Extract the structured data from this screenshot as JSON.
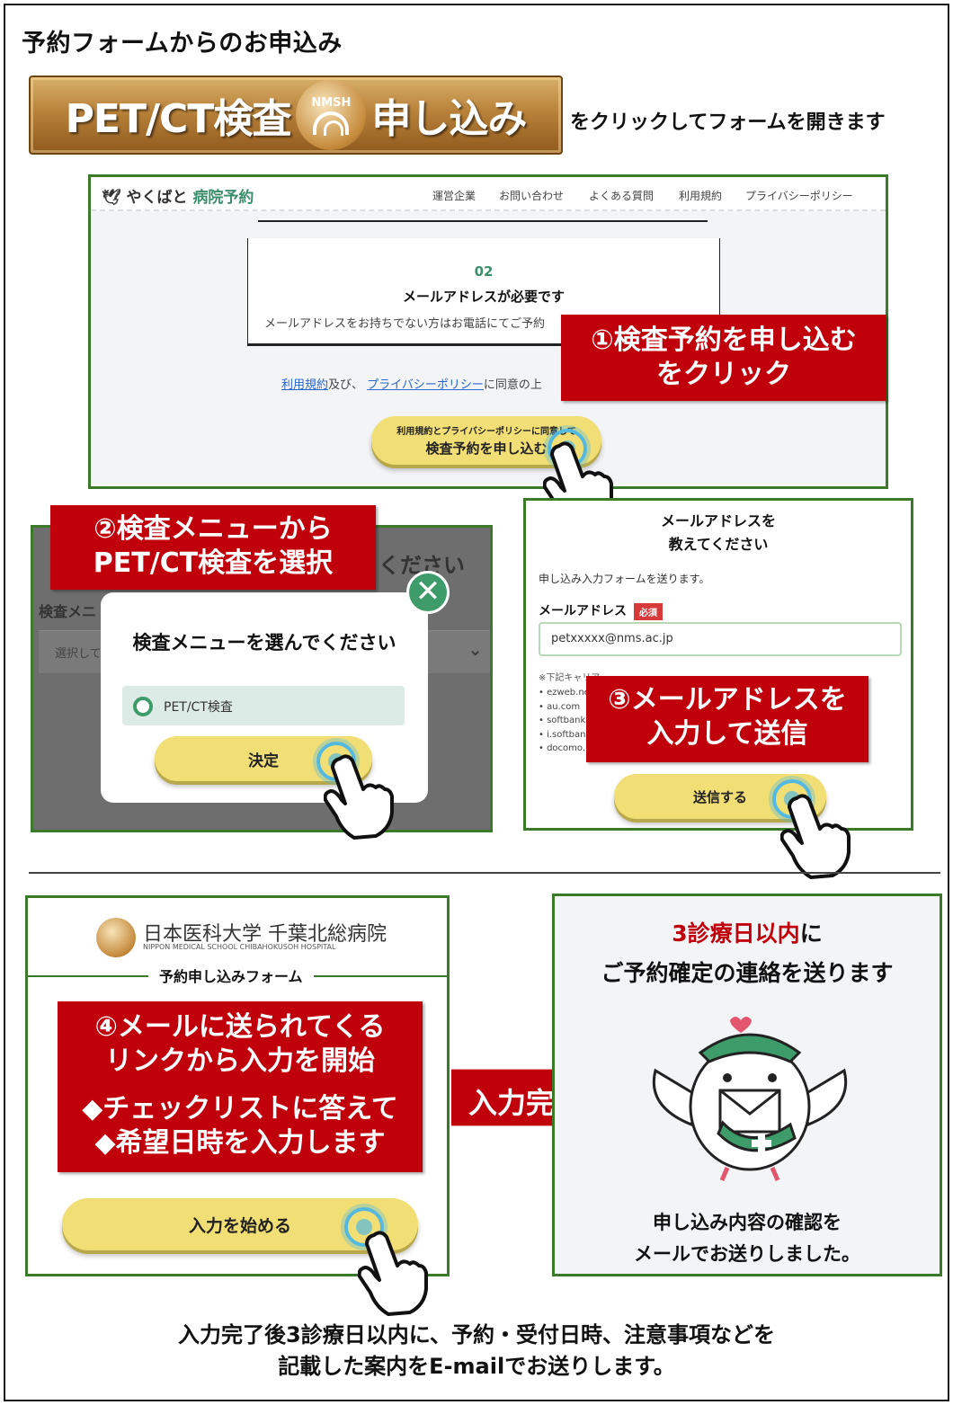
{
  "page_title": "予約フォームからのお申込み",
  "banner": {
    "button_left": "PET/CT検査",
    "logo_text": "NMSH",
    "button_right": "申し込み",
    "caption": "をクリックしてフォームを開きます"
  },
  "step1": {
    "logo_prefix": "やくばと",
    "logo_suffix": "病院予約",
    "nav": [
      "運営企業",
      "お問い合わせ",
      "よくある質問",
      "利用規約",
      "プライバシーポリシー"
    ],
    "card_number": "02",
    "card_title": "メールアドレスが必要です",
    "card_text": "メールアドレスをお持ちでない方はお電話にてご予約",
    "consent_link1": "利用規約",
    "consent_mid": "及び、",
    "consent_link2": "プライバシーポリシー",
    "consent_tail": "に同意の上",
    "button_small": "利用規約とプライバシーポリシーに同意して",
    "button_main": "検査予約を申し込む",
    "callout_line1": "①検査予約を申し込む",
    "callout_line2": "をクリック"
  },
  "step2": {
    "callout_line1": "②検査メニューから",
    "callout_line2": "PET/CT検査を選択",
    "bg_title": "ください",
    "bg_label": "検査メニ",
    "bg_select": "選択して",
    "modal_title": "検査メニューを選んでください",
    "option": "PET/CT検査",
    "confirm": "決定",
    "close_symbol": "✕"
  },
  "step3": {
    "title_line1": "メールアドレスを",
    "title_line2": "教えてください",
    "desc": "申し込み入力フォームを送ります。",
    "label": "メールアドレス",
    "required": "必須",
    "input_value": "petxxxxx@nms.ac.jp",
    "note": "※下記キャリア",
    "carriers": [
      "ezweb.ne",
      "au.com",
      "softbank",
      "i.softban",
      "docomo."
    ],
    "callout_line1": "③メールアドレスを",
    "callout_line2": "入力して送信",
    "submit": "送信する"
  },
  "step4": {
    "hospital_name": "日本医科大学 千葉北総病院",
    "hospital_en": "NIPPON MEDICAL SCHOOL CHIBAHOKUSOH HOSPITAL",
    "legend": "予約申し込みフォーム",
    "callout_line1": "④メールに送られてくる",
    "callout_line2": "リンクから入力を開始",
    "callout_line3": "◆チェックリストに答えて",
    "callout_line4": "◆希望日時を入力します",
    "start_button": "入力を始める"
  },
  "arrow_label": "入力完了",
  "step5": {
    "title_red": "3診療日以内",
    "title_tail": "に",
    "title_line2": "ご予約確定の連絡を送ります",
    "confirm_line1": "申し込み内容の確認を",
    "confirm_line2": "メールでお送りしました。"
  },
  "footer_line1": "入力完了後3診療日以内に、予約・受付日時、注意事項などを",
  "footer_line2": "記載した案内をE-mailでお送りします。",
  "colors": {
    "callout_red": "#c0000b",
    "panel_green": "#3b7a2a",
    "button_yellow": "#f1de74",
    "brand_green": "#3e9b6a"
  }
}
